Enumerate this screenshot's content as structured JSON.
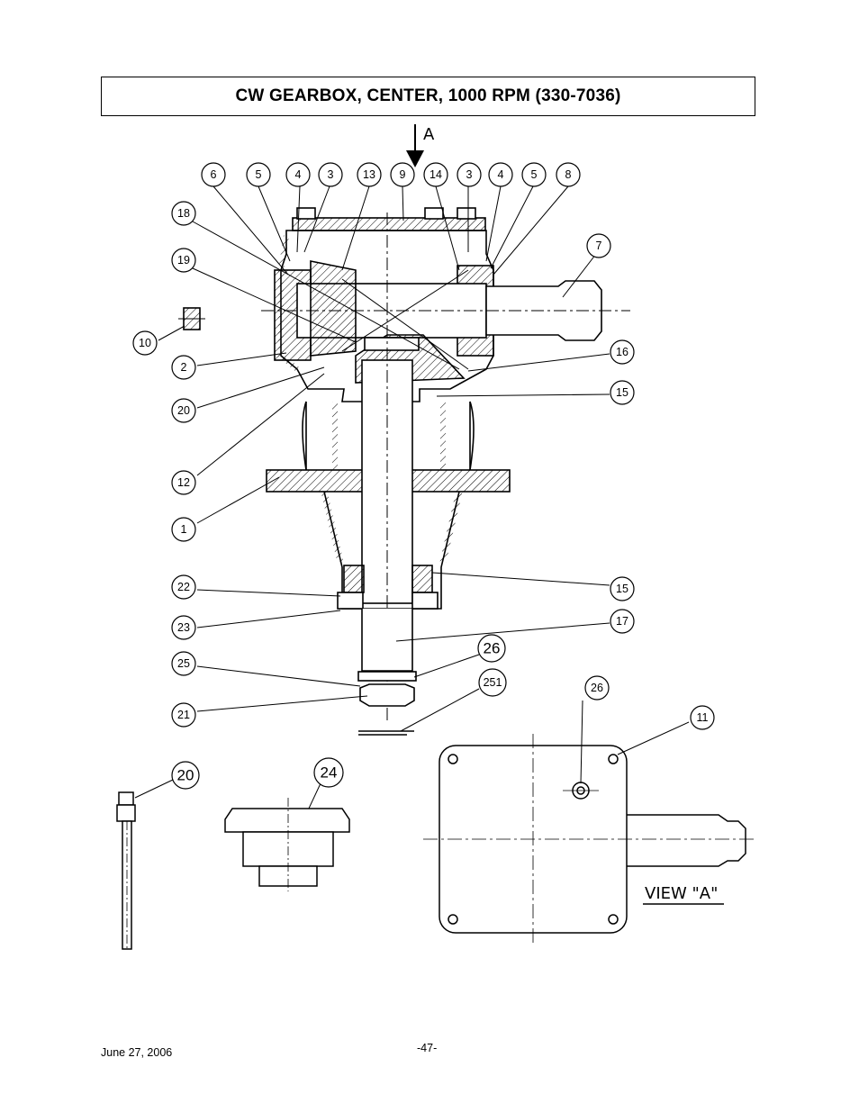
{
  "page": {
    "title": "CW GEARBOX, CENTER, 1000 RPM (330-7036)",
    "footer_date": "June 27, 2006",
    "footer_page": "-47-"
  },
  "diagram": {
    "view_arrow_label": "A",
    "view_label": "VIEW \"A\"",
    "callouts": [
      {
        "id": "c6",
        "label": "6"
      },
      {
        "id": "c5a",
        "label": "5"
      },
      {
        "id": "c4a",
        "label": "4"
      },
      {
        "id": "c3a",
        "label": "3"
      },
      {
        "id": "c13",
        "label": "13"
      },
      {
        "id": "c9",
        "label": "9"
      },
      {
        "id": "c14",
        "label": "14"
      },
      {
        "id": "c3b",
        "label": "3"
      },
      {
        "id": "c4b",
        "label": "4"
      },
      {
        "id": "c5b",
        "label": "5"
      },
      {
        "id": "c8",
        "label": "8"
      },
      {
        "id": "c18",
        "label": "18"
      },
      {
        "id": "c19",
        "label": "19"
      },
      {
        "id": "c7",
        "label": "7"
      },
      {
        "id": "c10",
        "label": "10"
      },
      {
        "id": "c2",
        "label": "2"
      },
      {
        "id": "c16",
        "label": "16"
      },
      {
        "id": "c20a",
        "label": "20"
      },
      {
        "id": "c15a",
        "label": "15"
      },
      {
        "id": "c12",
        "label": "12"
      },
      {
        "id": "c1",
        "label": "1"
      },
      {
        "id": "c22",
        "label": "22"
      },
      {
        "id": "c15b",
        "label": "15"
      },
      {
        "id": "c23",
        "label": "23"
      },
      {
        "id": "c17",
        "label": "17"
      },
      {
        "id": "c25",
        "label": "25"
      },
      {
        "id": "c26a",
        "label": "26"
      },
      {
        "id": "c251",
        "label": "251"
      },
      {
        "id": "c21",
        "label": "21"
      },
      {
        "id": "c26b",
        "label": "26"
      },
      {
        "id": "c11",
        "label": "11"
      },
      {
        "id": "c20b",
        "label": "20"
      },
      {
        "id": "c24",
        "label": "24"
      }
    ]
  }
}
